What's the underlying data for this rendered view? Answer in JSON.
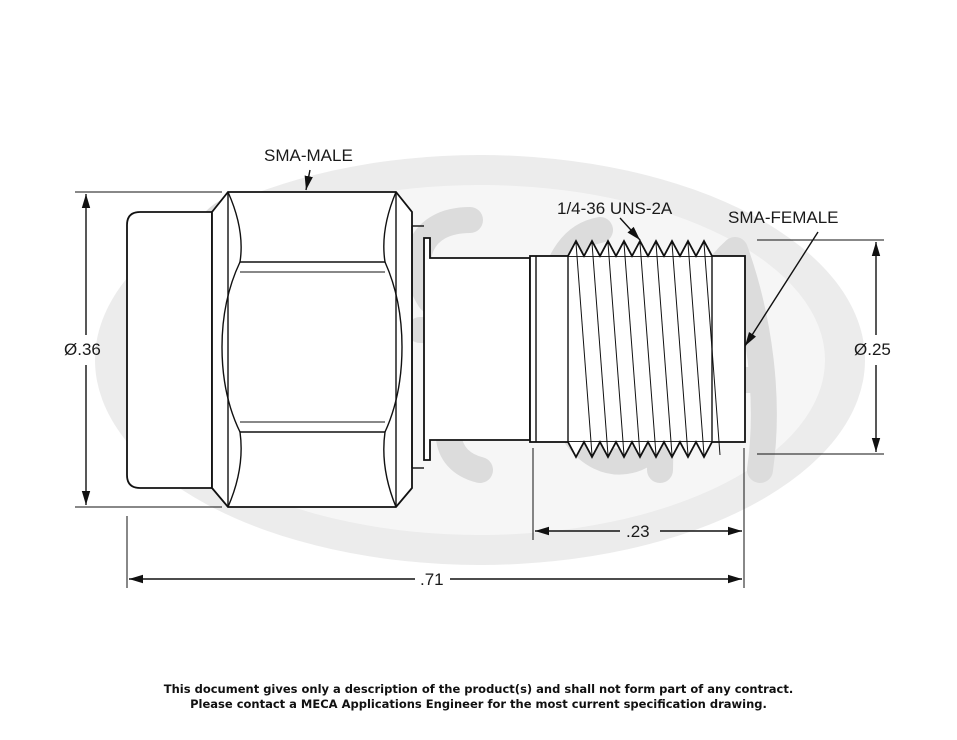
{
  "labels": {
    "male": "SMA-MALE",
    "female": "SMA-FEMALE",
    "thread": "1/4-36 UNS-2A",
    "dia_left": "Ø.36",
    "dia_right": "Ø.25",
    "len_thread": ".23",
    "len_total": ".71"
  },
  "disclaimer": {
    "line1": "This document gives only a description of the product(s) and shall not form part of any contract.",
    "line2": "Please contact a MECA Applications Engineer for the most current specification drawing."
  },
  "watermark": {
    "logo_text": "MECA",
    "color": "#d9d9d9"
  },
  "colors": {
    "line": "#111111",
    "background": "#ffffff"
  }
}
